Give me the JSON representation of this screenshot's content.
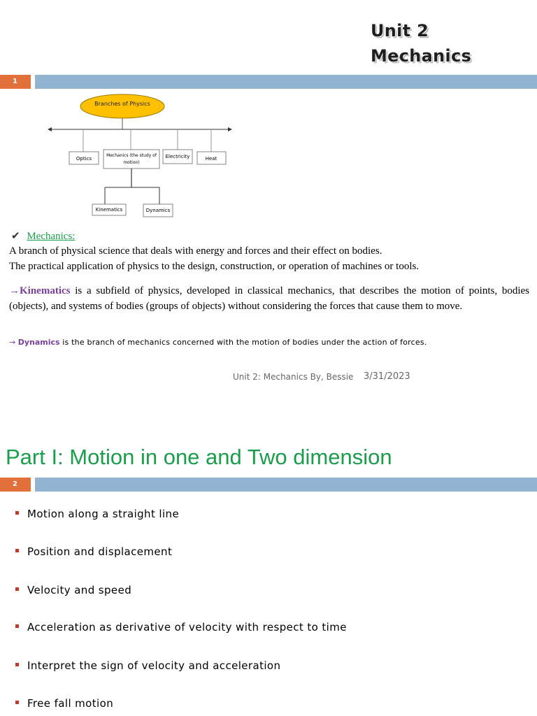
{
  "title": {
    "line1": "Unit 2",
    "line2": "Mechanics"
  },
  "slide1": {
    "number": "1",
    "diagram": {
      "root": "Branches of Physics",
      "branches": [
        "Optics",
        "Mechanics (the study of",
        "motion)",
        "Electricity",
        "Heat"
      ],
      "sub_branches": [
        "Kinematics",
        "Dynamics"
      ]
    },
    "check_heading": "Mechanics:",
    "def_line1": "A branch of physical science that deals with energy and forces and their effect on bodies.",
    "def_line2": "The practical application of physics to the design, construction, or operation of machines or tools.",
    "kinematics_term": "Kinematics",
    "kinematics_text": " is a subfield of physics, developed in classical mechanics, that describes the motion of points, bodies (objects), and systems of bodies (groups of objects) without considering the forces that cause them to move.",
    "dynamics_term": "Dynamics",
    "dynamics_text": " is the branch of mechanics concerned with the motion of bodies under the action of forces.",
    "footer_author": "Unit 2: Mechanics By, Bessie",
    "footer_date": "3/31/2023"
  },
  "slide2": {
    "number": "2",
    "title": "Part I: Motion in one and Two dimension",
    "bullets": [
      "Motion along a straight line",
      "Position and displacement",
      "Velocity and speed",
      "Acceleration as derivative of velocity with respect to time",
      "Interpret the sign of velocity and acceleration",
      "Free fall motion"
    ]
  },
  "colors": {
    "accent_orange": "#e2703a",
    "band_blue": "#93b3d3",
    "green_heading": "#1a9e4b",
    "purple_term": "#7a3fa0",
    "bullet_red": "#c0392b",
    "diagram_root_fill": "#ffc000"
  }
}
